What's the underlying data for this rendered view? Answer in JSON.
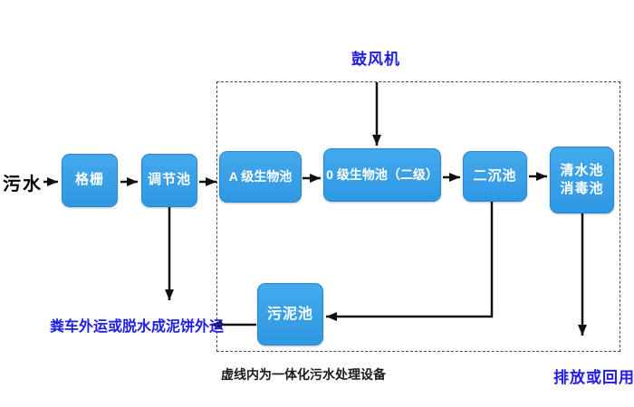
{
  "diagram": {
    "title_caption": "虚线内为一体化污水处理设备",
    "source_label": "污水",
    "blower_label": "鼓风机",
    "nodes": {
      "grid": "格栅",
      "regulating": "调节池",
      "a_bio": "A 级生物池",
      "o_bio": "0 级生物池（二级）",
      "secondary_sed": "二沉池",
      "clearwater_line1": "清水池",
      "clearwater_line2": "消毒池",
      "sludge": "污泥池"
    },
    "outputs": {
      "sludge_out": "粪车外运或脱水成泥饼外运",
      "discharge": "排放或回用"
    },
    "colors": {
      "box_fill": "#38a1e8",
      "box_border": "#2a86cf",
      "accent_text_blue": "#1e1ee6",
      "arrow_black": "#111111"
    }
  }
}
